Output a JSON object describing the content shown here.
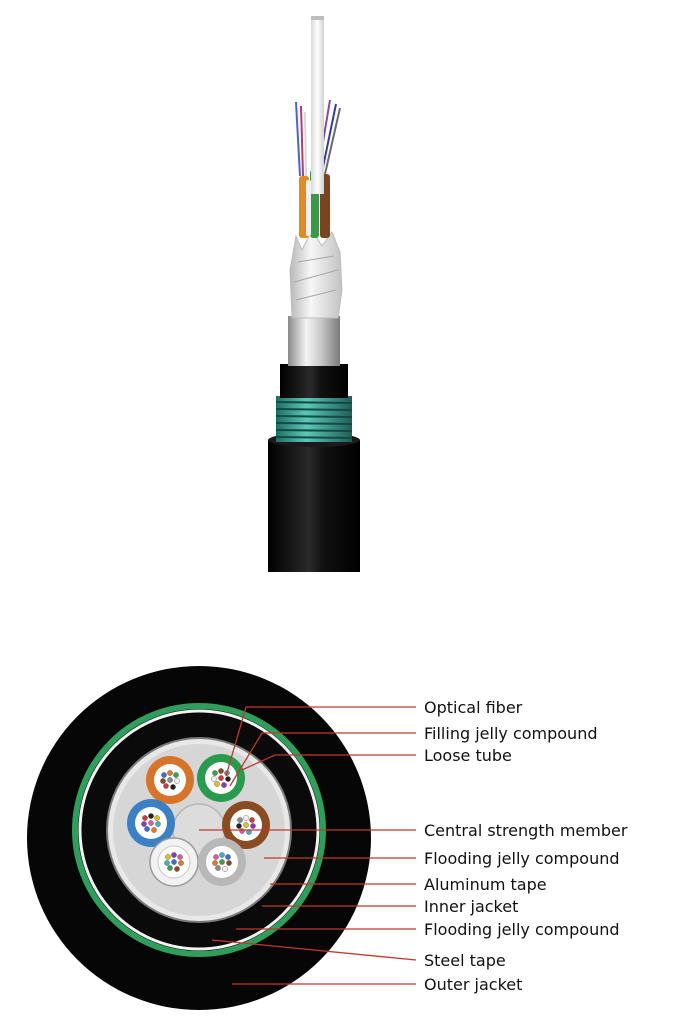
{
  "colors": {
    "leader_line": "#c0392b",
    "outer_jacket": "#0a0a0a",
    "steel_tape": "#2e9e5a",
    "tube_orange": "#d8742a",
    "tube_green": "#2a9a4e",
    "tube_brown": "#8a4a22",
    "tube_blue": "#3b7fc4",
    "tube_white": "#f2f2f2",
    "tube_gray": "#b8b8b8",
    "central_member": "#dcdcdc",
    "armor_band": "#3aa89a"
  },
  "diagram": {
    "labels": [
      {
        "key": "optical_fiber",
        "text": "Optical fiber"
      },
      {
        "key": "filling_jelly",
        "text": "Filling jelly compound"
      },
      {
        "key": "loose_tube",
        "text": "Loose tube"
      },
      {
        "key": "central_strength",
        "text": "Central strength member"
      },
      {
        "key": "flooding_jelly_1",
        "text": "Flooding jelly compound"
      },
      {
        "key": "aluminum_tape",
        "text": "Aluminum tape"
      },
      {
        "key": "inner_jacket",
        "text": "Inner jacket"
      },
      {
        "key": "flooding_jelly_2",
        "text": "Flooding jelly compound"
      },
      {
        "key": "steel_tape",
        "text": "Steel tape"
      },
      {
        "key": "outer_jacket",
        "text": "Outer jacket"
      }
    ]
  }
}
